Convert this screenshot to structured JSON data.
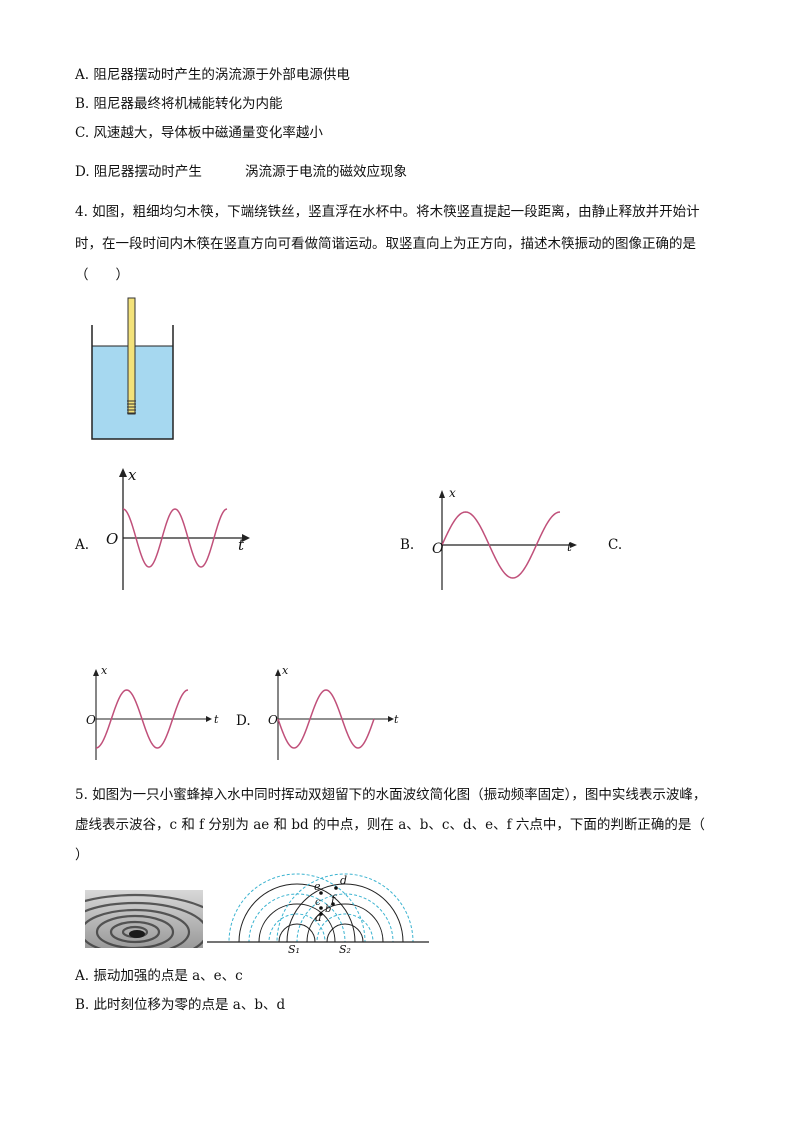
{
  "q3": {
    "A": "A. 阻尼器摆动时产生的涡流源于外部电源供电",
    "B": "B. 阻尼器最终将机械能转化为内能",
    "C": "C. 风速越大，导体板中磁通量变化率越小",
    "D1": "D. 阻尼器摆动时产生",
    "D2": "涡流源于电流的磁效应现象"
  },
  "q4": {
    "line1": "4. 如图，粗细均匀木筷，下端绕铁丝，竖直浮在水杯中。将木筷竖直提起一段距离，由静止释放并开始计",
    "line2": "时，在一段时间内木筷在竖直方向可看做简谐运动。取竖直向上为正方向，描述木筷振动的图像正确的是",
    "line3": "（　　）",
    "colors": {
      "water": "#a6d8f0",
      "stick": "#f3e27a",
      "curve": "#c0507a"
    },
    "options": {
      "A": "A.",
      "B": "B.",
      "C": "C.",
      "D": "D."
    },
    "axis_x": "x",
    "axis_t": "t",
    "origin": "O"
  },
  "q5": {
    "line1": "5. 如图为一只小蜜蜂掉入水中同时挥动双翅留下的水面波纹简化图（振动频率固定），图中实线表示波峰，",
    "line2": "虚线表示波谷，c 和 f 分别为 ae 和 bd 的中点，则在 a、b、c、d、e、f 六点中，下面的判断正确的是（",
    "line3": "）",
    "points": {
      "a": "a",
      "b": "b",
      "c": "c",
      "d": "d",
      "e": "e",
      "f": "f"
    },
    "sources": {
      "s1": "S₁",
      "s2": "S₂"
    },
    "A": "A. 振动加强的点是 a、e、c",
    "B": "B. 此时刻位移为零的点是 a、b、d"
  }
}
